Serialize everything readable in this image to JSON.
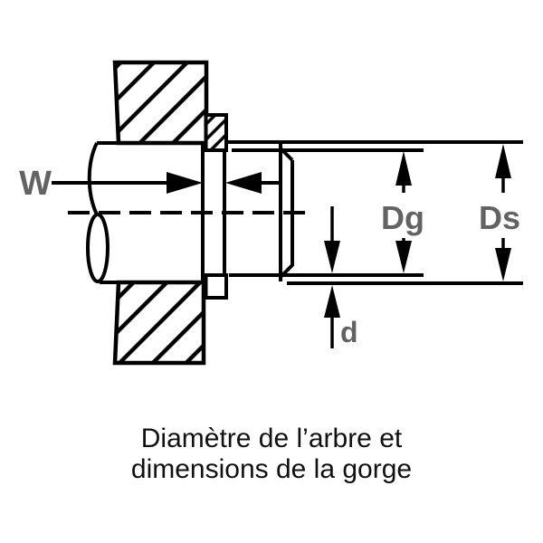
{
  "diagram": {
    "title_semantic": "shaft-and-groove-dimension-drawing",
    "labels": {
      "groove_width": "W",
      "groove_diameter": "Dg",
      "shaft_diameter": "Ds",
      "groove_depth": "d"
    },
    "colors": {
      "line": "#000000",
      "dimension_label": "#636363",
      "background": "#ffffff"
    }
  },
  "caption": {
    "line1": "Diamètre de l’arbre et",
    "line2": "dimensions de la gorge"
  }
}
